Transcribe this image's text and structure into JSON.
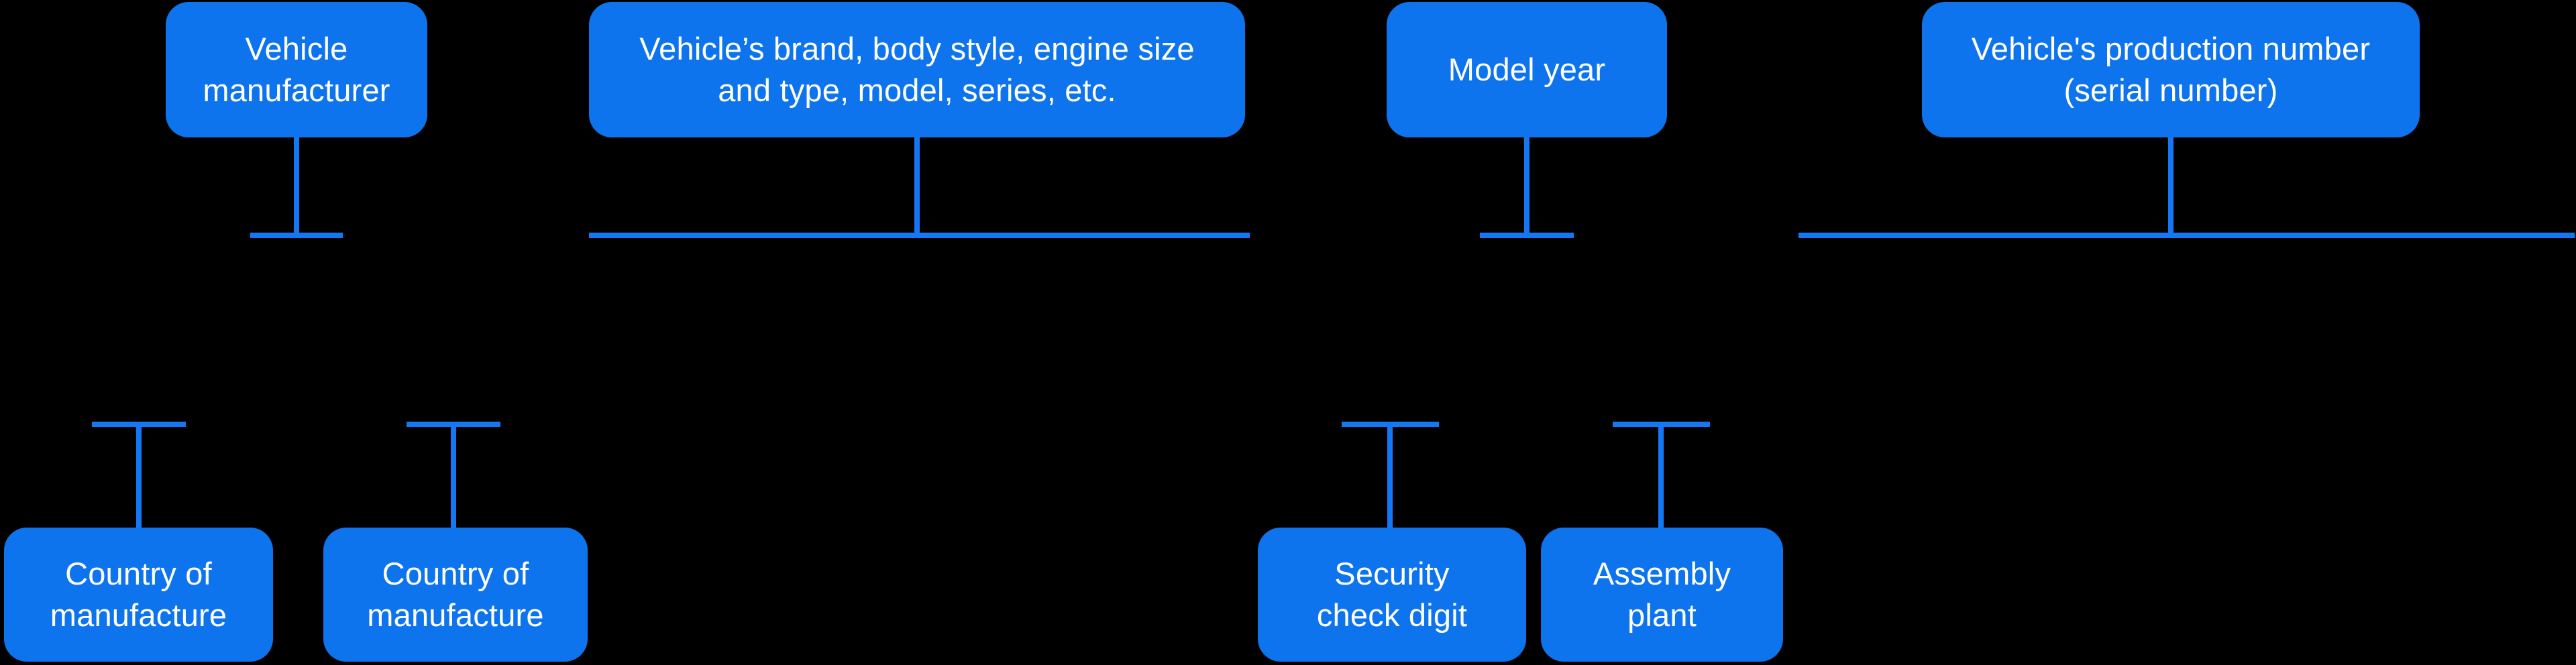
{
  "colors": {
    "background": "#000000",
    "box_fill": "#0E74EE",
    "connector": "#1478F5",
    "text": "#FFFFFF"
  },
  "nodes": {
    "vehicle_manufacturer": {
      "label": "Vehicle manufacturer",
      "lines": [
        "Vehicle",
        "manufacturer"
      ]
    },
    "brand_body_style": {
      "label": "Vehicle's brand, body style, engine size and type, model, series, etc.",
      "lines": [
        "Vehicle’s brand, body style, engine size",
        "and type, model, series, etc."
      ]
    },
    "model_year": {
      "label": "Model year",
      "lines": [
        "Model year"
      ]
    },
    "production_number": {
      "label": "Vehicle's production number (serial number)",
      "lines": [
        "Vehicle's production number",
        "(serial number)"
      ]
    },
    "country_of_manufacture_1": {
      "label": "Country of manufacture",
      "lines": [
        "Country of",
        "manufacture"
      ]
    },
    "country_of_manufacture_2": {
      "label": "Country of manufacture",
      "lines": [
        "Country of",
        "manufacture"
      ]
    },
    "security_check_digit": {
      "label": "Security check digit",
      "lines": [
        "Security",
        "check digit"
      ]
    },
    "assembly_plant": {
      "label": "Assembly plant",
      "lines": [
        "Assembly",
        "plant"
      ]
    }
  }
}
